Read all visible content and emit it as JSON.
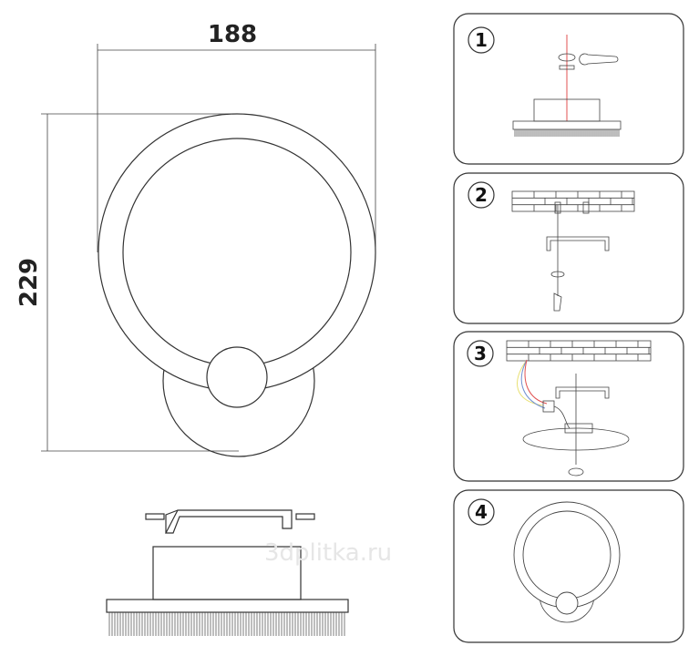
{
  "dimensions": {
    "width": "188",
    "height": "229"
  },
  "steps": [
    {
      "number": "1"
    },
    {
      "number": "2"
    },
    {
      "number": "3"
    },
    {
      "number": "4"
    }
  ],
  "watermark": "3dplitka.ru",
  "colors": {
    "line": "#333333",
    "wire_red": "#e05050",
    "wire_yellow": "#e8e070",
    "wire_blue": "#7090d0"
  }
}
